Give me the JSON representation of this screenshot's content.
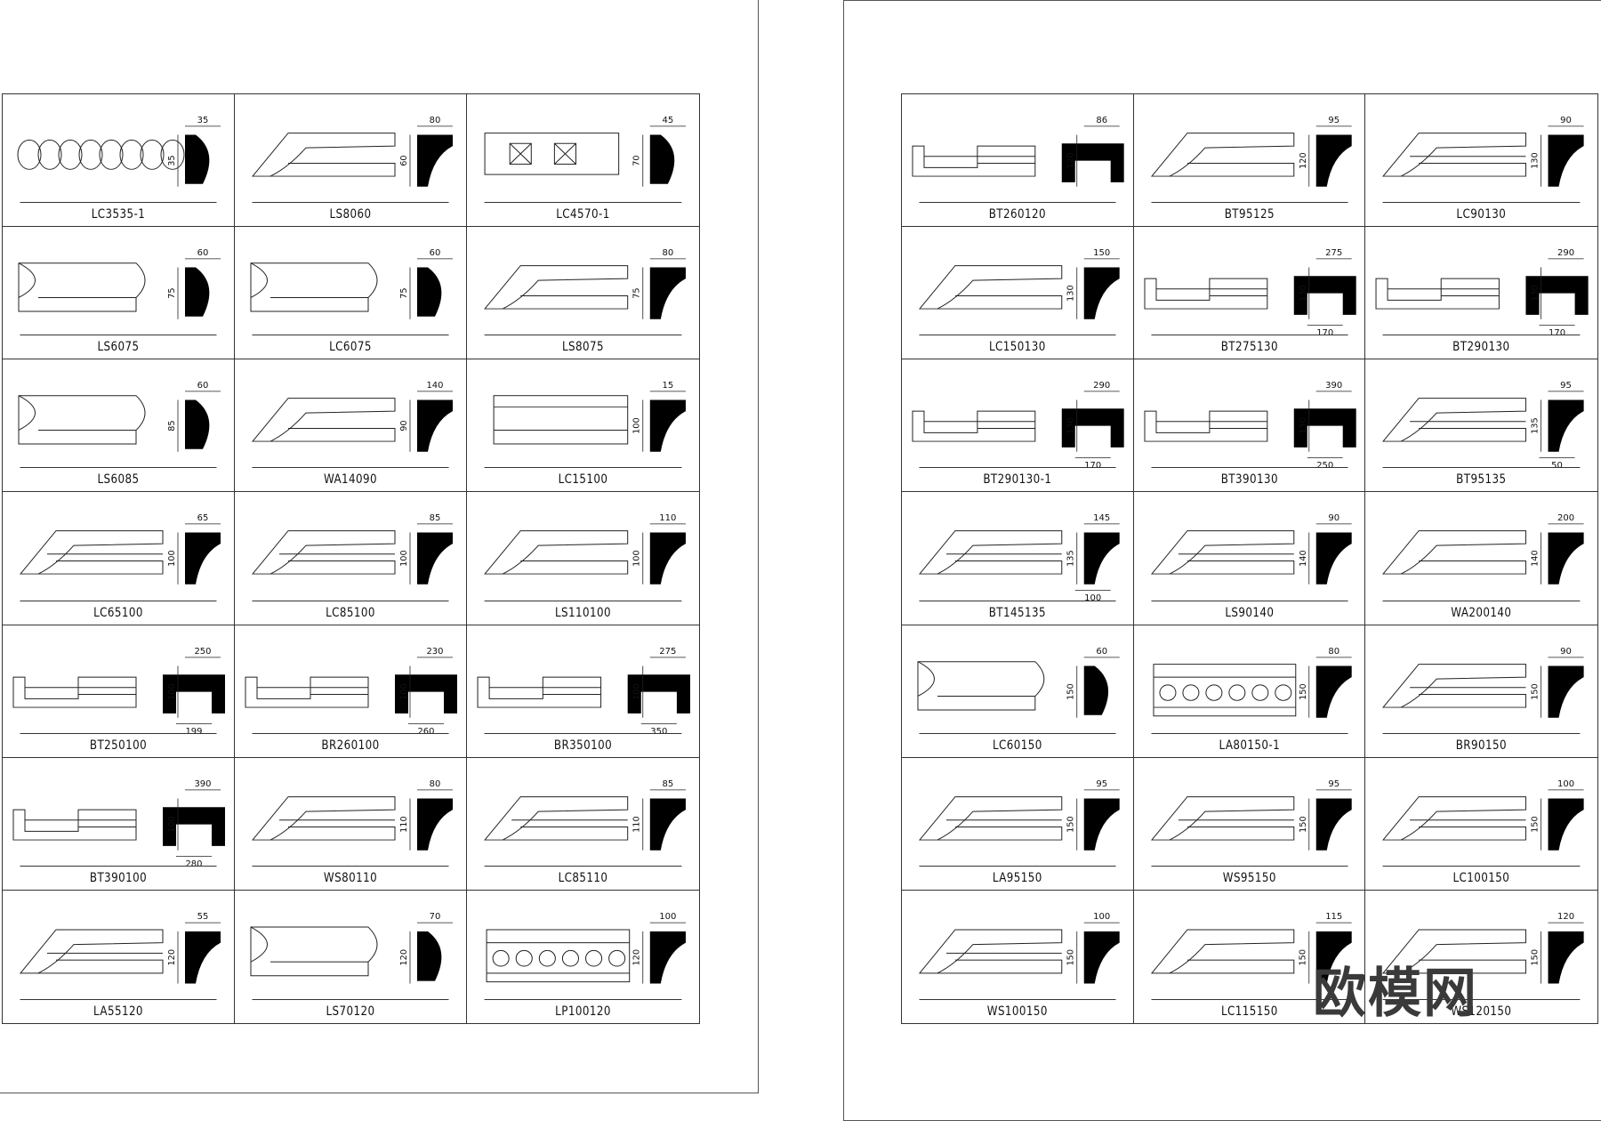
{
  "left_sheet": {
    "items": [
      {
        "code": "LC3535-1",
        "dims": [
          "35",
          "35"
        ],
        "kind": "rope"
      },
      {
        "code": "LS8060",
        "dims": [
          "80",
          "60"
        ],
        "kind": "cove"
      },
      {
        "code": "LC4570-1",
        "dims": [
          "45",
          "70"
        ],
        "kind": "rosette"
      },
      {
        "code": "LS6075",
        "dims": [
          "60",
          "75"
        ],
        "kind": "round"
      },
      {
        "code": "LC6075",
        "dims": [
          "60",
          "75"
        ],
        "kind": "roundstep"
      },
      {
        "code": "LS8075",
        "dims": [
          "80",
          "75"
        ],
        "kind": "cove"
      },
      {
        "code": "LS6085",
        "dims": [
          "60",
          "85"
        ],
        "kind": "round"
      },
      {
        "code": "WA14090",
        "dims": [
          "140",
          "90"
        ],
        "kind": "cove"
      },
      {
        "code": "LC15100",
        "dims": [
          "15",
          "100"
        ],
        "kind": "flat"
      },
      {
        "code": "LC65100",
        "dims": [
          "65",
          "100"
        ],
        "kind": "stepped"
      },
      {
        "code": "LC85100",
        "dims": [
          "85",
          "100"
        ],
        "kind": "crown"
      },
      {
        "code": "LS110100",
        "dims": [
          "110",
          "100"
        ],
        "kind": "cove"
      },
      {
        "code": "BT250100",
        "dims": [
          "250",
          "100",
          "199"
        ],
        "kind": "channel"
      },
      {
        "code": "BR260100",
        "dims": [
          "230",
          "100",
          "260"
        ],
        "kind": "arch"
      },
      {
        "code": "BR350100",
        "dims": [
          "275",
          "100",
          "350"
        ],
        "kind": "arch"
      },
      {
        "code": "BT390100",
        "dims": [
          "390",
          "100",
          "280"
        ],
        "kind": "channel"
      },
      {
        "code": "WS80110",
        "dims": [
          "80",
          "110"
        ],
        "kind": "crown"
      },
      {
        "code": "LC85110",
        "dims": [
          "85",
          "110"
        ],
        "kind": "crown"
      },
      {
        "code": "LA55120",
        "dims": [
          "55",
          "120"
        ],
        "kind": "stepped"
      },
      {
        "code": "LS70120",
        "dims": [
          "70",
          "120"
        ],
        "kind": "round"
      },
      {
        "code": "LP100120",
        "dims": [
          "100",
          "120"
        ],
        "kind": "ornate"
      }
    ]
  },
  "right_sheet": {
    "items": [
      {
        "code": "BT260120",
        "dims": [
          "86",
          "120"
        ],
        "kind": "arch"
      },
      {
        "code": "BT95125",
        "dims": [
          "95",
          "120"
        ],
        "kind": "cove"
      },
      {
        "code": "LC90130",
        "dims": [
          "90",
          "130"
        ],
        "kind": "stepped"
      },
      {
        "code": "LC150130",
        "dims": [
          "150",
          "130"
        ],
        "kind": "cove"
      },
      {
        "code": "BT275130",
        "dims": [
          "275",
          "130",
          "170"
        ],
        "kind": "channel"
      },
      {
        "code": "BT290130",
        "dims": [
          "290",
          "130",
          "170"
        ],
        "kind": "channel"
      },
      {
        "code": "BT290130-1",
        "dims": [
          "290",
          "130",
          "170"
        ],
        "kind": "channel"
      },
      {
        "code": "BT390130",
        "dims": [
          "390",
          "130",
          "250"
        ],
        "kind": "channel"
      },
      {
        "code": "BT95135",
        "dims": [
          "95",
          "135",
          "50"
        ],
        "kind": "crown"
      },
      {
        "code": "BT145135",
        "dims": [
          "145",
          "135",
          "100"
        ],
        "kind": "stepped"
      },
      {
        "code": "LS90140",
        "dims": [
          "90",
          "140"
        ],
        "kind": "crown"
      },
      {
        "code": "WA200140",
        "dims": [
          "200",
          "140"
        ],
        "kind": "cove"
      },
      {
        "code": "LC60150",
        "dims": [
          "60",
          "150"
        ],
        "kind": "round"
      },
      {
        "code": "LA80150-1",
        "dims": [
          "80",
          "150"
        ],
        "kind": "ornate"
      },
      {
        "code": "BR90150",
        "dims": [
          "90",
          "150"
        ],
        "kind": "crown"
      },
      {
        "code": "LA95150",
        "dims": [
          "95",
          "150"
        ],
        "kind": "crown"
      },
      {
        "code": "WS95150",
        "dims": [
          "95",
          "150"
        ],
        "kind": "crown"
      },
      {
        "code": "LC100150",
        "dims": [
          "100",
          "150"
        ],
        "kind": "crown"
      },
      {
        "code": "WS100150",
        "dims": [
          "100",
          "150"
        ],
        "kind": "crown"
      },
      {
        "code": "LC115150",
        "dims": [
          "115",
          "150"
        ],
        "kind": "cove"
      },
      {
        "code": "WS120150",
        "dims": [
          "120",
          "150"
        ],
        "kind": "cove"
      }
    ]
  },
  "watermark": {
    "text": "欧模网"
  }
}
